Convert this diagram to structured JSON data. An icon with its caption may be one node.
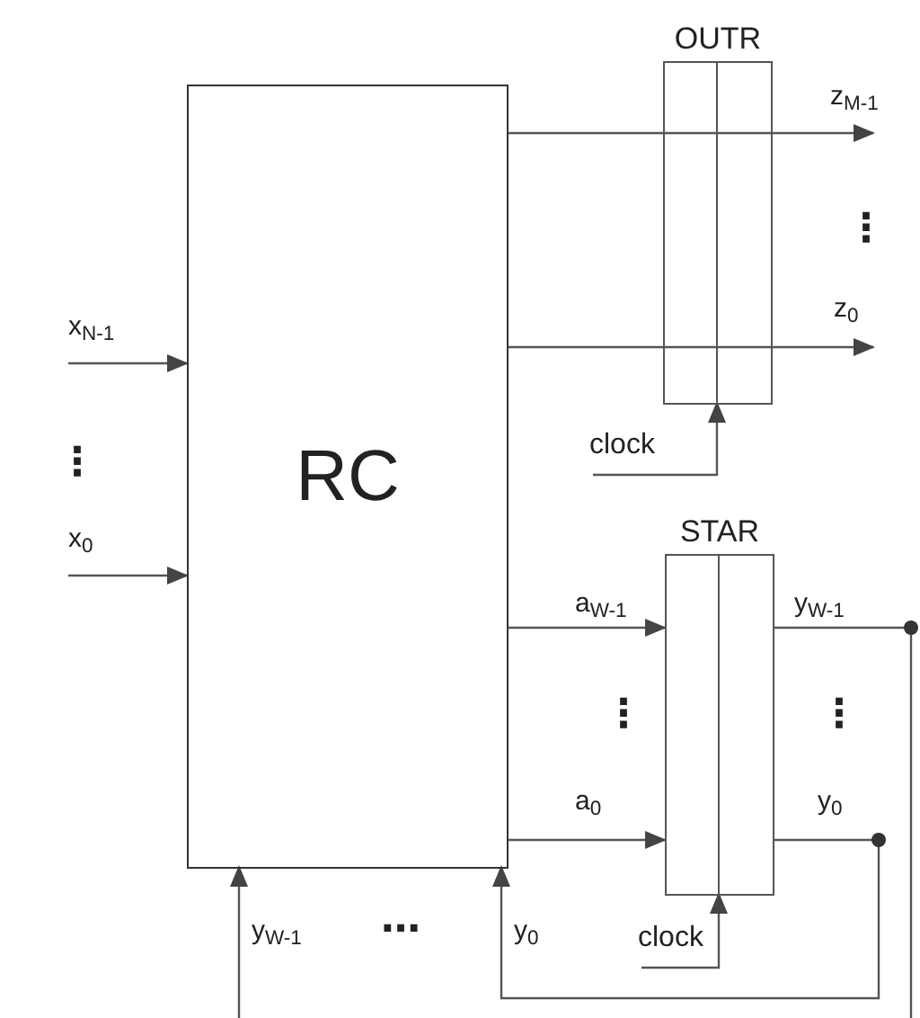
{
  "diagram": {
    "nodes": [
      {
        "text": [
          "RC"
        ]
      },
      {
        "text": [
          "OUTR"
        ]
      },
      {
        "text": [
          "clock"
        ]
      },
      {
        "text": [
          "STAR"
        ]
      },
      {
        "text": [
          "clock"
        ]
      }
    ],
    "edges": [
      {
        "from": null,
        "to": 0,
        "arrow": "to",
        "label": "x$_{N-1}$"
      },
      {
        "from": null,
        "to": 0,
        "arrow": "to",
        "label": "x$_{0}$"
      },
      {
        "from": 0,
        "to": null,
        "arrow": "to",
        "label": "z$_{M-1}$"
      },
      {
        "from": 0,
        "to": null,
        "arrow": "to",
        "label": "z$_{0}$"
      },
      {
        "from": 2,
        "to": 1,
        "arrow": "to"
      },
      {
        "from": 0,
        "to": 3,
        "arrow": "to",
        "label": "a$_{W-1}$"
      },
      {
        "from": 0,
        "to": 3,
        "arrow": "to",
        "label": "a$_{0}$"
      },
      {
        "from": 3,
        "to": null,
        "arrow": "none",
        "label": "y$_{W-1}$"
      },
      {
        "from": 3,
        "to": 0,
        "arrow": "to",
        "label": "y$_{0}$"
      },
      {
        "from": null,
        "to": 0,
        "arrow": "to",
        "label": "y$_{W-1}$"
      },
      {
        "from": 4,
        "to": 3,
        "arrow": "to"
      }
    ],
    "labels": [
      "⋮",
      "⋮",
      "⋮",
      "⋮",
      "y$_{0}$",
      "…"
    ]
  }
}
